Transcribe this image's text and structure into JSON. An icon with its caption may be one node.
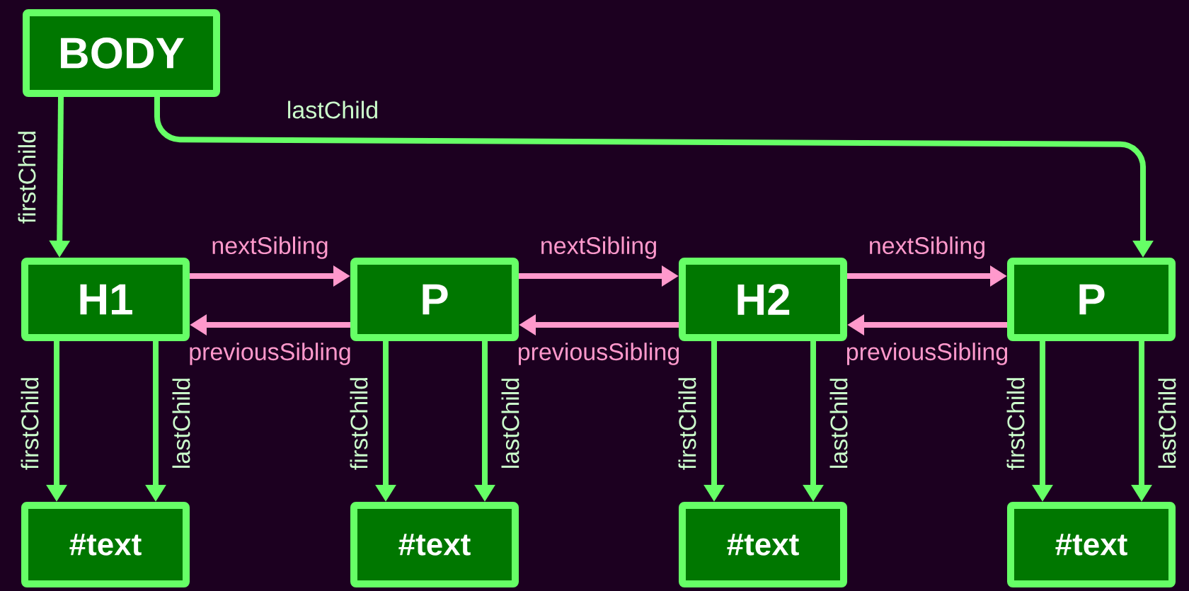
{
  "diagram": {
    "nodes": [
      {
        "text": [
          "BODY"
        ]
      },
      {
        "text": [
          "H1"
        ]
      },
      {
        "text": [
          "P"
        ]
      },
      {
        "text": [
          "H2"
        ]
      },
      {
        "text": [
          "P"
        ]
      },
      {
        "text": [
          "#text"
        ]
      },
      {
        "text": [
          "#text"
        ]
      },
      {
        "text": [
          "#text"
        ]
      },
      {
        "text": [
          "#text"
        ]
      }
    ],
    "edges": [
      {
        "from": 0,
        "to": 1,
        "arrow": "to",
        "label": "firstChild"
      },
      {
        "from": 0,
        "to": 4,
        "arrow": "to",
        "label": "lastChild"
      },
      {
        "from": 1,
        "to": 2,
        "arrow": "to",
        "label": "nextSibling",
        "color": "#ff99cc"
      },
      {
        "from": 2,
        "to": 1,
        "arrow": "to",
        "label": "previousSibling",
        "color": "#ff99cc"
      },
      {
        "from": 2,
        "to": 3,
        "arrow": "to",
        "label": "nextSibling",
        "color": "#ff99cc"
      },
      {
        "from": 3,
        "to": 2,
        "arrow": "to",
        "label": "previousSibling",
        "color": "#ff99cc"
      },
      {
        "from": 3,
        "to": 4,
        "arrow": "to",
        "label": "nextSibling",
        "color": "#ff99cc"
      },
      {
        "from": 4,
        "to": 3,
        "arrow": "to",
        "label": "previousSibling",
        "color": "#ff99cc"
      },
      {
        "from": 1,
        "to": 5,
        "arrow": "to",
        "label": "firstChild"
      },
      {
        "from": 1,
        "to": 5,
        "arrow": "to",
        "label": "lastChild"
      },
      {
        "from": 2,
        "to": 6,
        "arrow": "to",
        "label": "firstChild"
      },
      {
        "from": 2,
        "to": 6,
        "arrow": "to",
        "label": "lastChild"
      },
      {
        "from": 3,
        "to": 7,
        "arrow": "to",
        "label": "firstChild"
      },
      {
        "from": 3,
        "to": 7,
        "arrow": "to",
        "label": "lastChild"
      },
      {
        "from": 4,
        "to": 8,
        "arrow": "to",
        "label": "firstChild"
      },
      {
        "from": 4,
        "to": 8,
        "arrow": "to",
        "label": "lastChild"
      }
    ]
  }
}
